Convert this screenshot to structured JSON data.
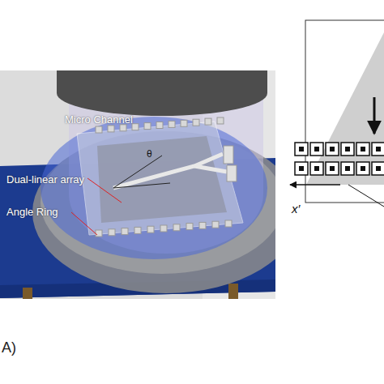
{
  "diagram": {
    "labels": [
      "Micro Channel",
      "θ",
      "Dual-linear array",
      "Angle Ring",
      "x′",
      "A)"
    ]
  }
}
